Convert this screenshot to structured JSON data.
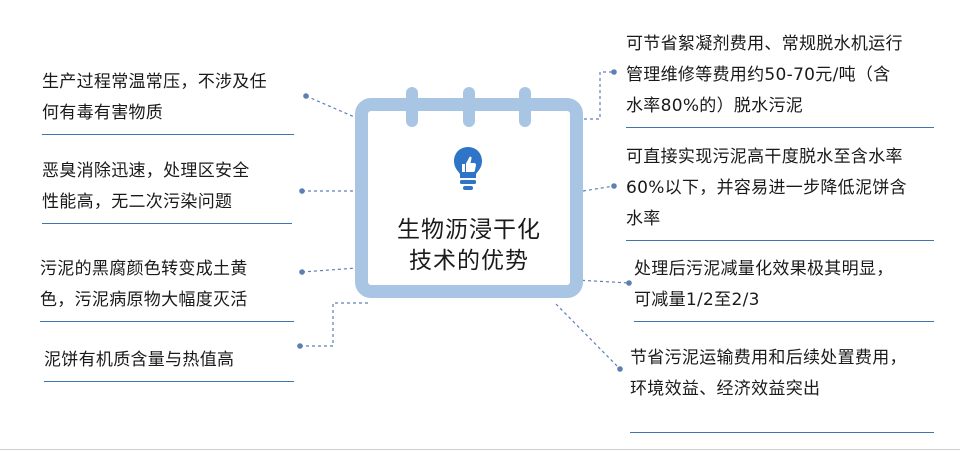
{
  "center": {
    "title_line1": "生物沥浸干化",
    "title_line2": "技术的优势",
    "icon": "lightbulb-thumbs-up-icon"
  },
  "left_items": [
    {
      "line1": "生产过程常温常压，不涉及任",
      "line2": "何有毒有害物质"
    },
    {
      "line1": "恶臭消除迅速，处理区安全",
      "line2": "性能高，无二次污染问题"
    },
    {
      "line1": "污泥的黑腐颜色转变成土黄",
      "line2": "色，污泥病原物大幅度灭活"
    },
    {
      "line1": "泥饼有机质含量与热值高"
    }
  ],
  "right_items": [
    {
      "line1": "可节省絮凝剂费用、常规脱水机运行",
      "line2": "管理维修等费用约50-70元/吨（含",
      "line3": "水率80%的）脱水污泥"
    },
    {
      "line1": "可直接实现污泥高干度脱水至含水率",
      "line2": "60%以下，并容易进一步降低泥饼含",
      "line3": "水率"
    },
    {
      "line1": "处理后污泥减量化效果极其明显，",
      "line2": "可减量1/2至2/3"
    },
    {
      "line1": "节省污泥运输费用和后续处置费用，",
      "line2": "环境效益、经济效益突出"
    }
  ],
  "colors": {
    "calendar": "#a9c5e4",
    "connector": "#5c80b4",
    "rule": "#3f74b0",
    "icon": "#2e75c8"
  }
}
